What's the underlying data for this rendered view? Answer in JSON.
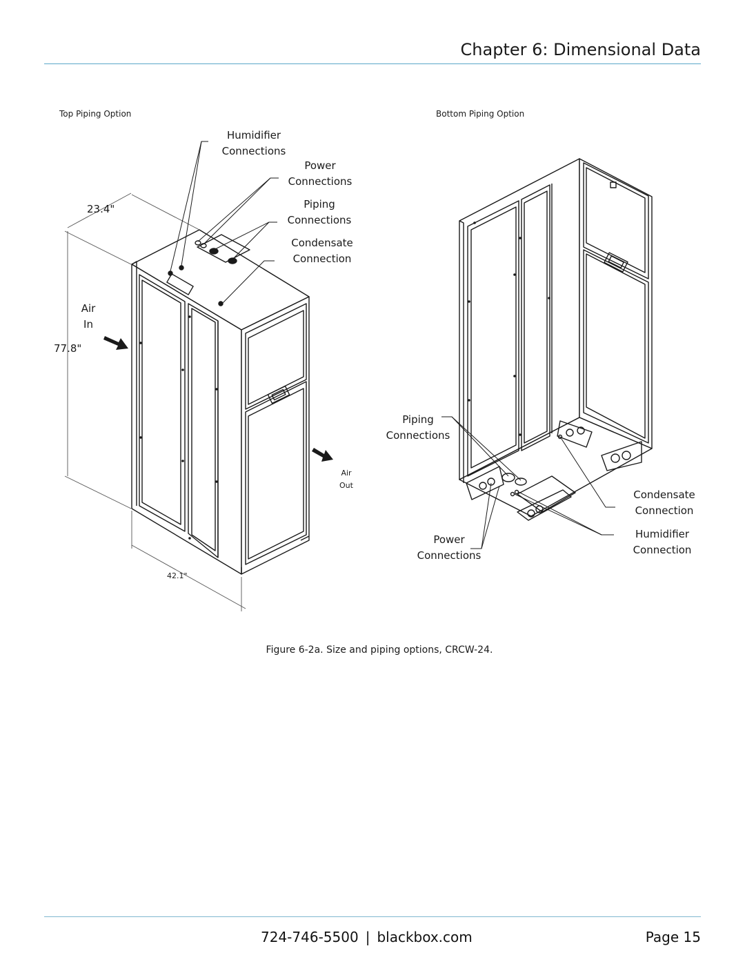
{
  "header": {
    "chapter_title": "Chapter 6: Dimensional Data"
  },
  "figure": {
    "left_caption": "Top Piping Option",
    "right_caption": "Bottom Piping Option",
    "left_labels": {
      "humidifier_1": "Humidifier",
      "humidifier_2": "Connections",
      "power_1": "Power",
      "power_2": "Connections",
      "piping_1": "Piping",
      "piping_2": "Connections",
      "condensate_1": "Condensate",
      "condensate_2": "Connection",
      "air_in_1": "Air",
      "air_in_2": "In",
      "air_out_1": "Air",
      "air_out_2": "Out"
    },
    "dimensions": {
      "depth": "23.4\"",
      "height": "77.8\"",
      "width": "42.1\""
    },
    "right_labels": {
      "piping_1": "Piping",
      "piping_2": "Connections",
      "condensate_1": "Condensate",
      "condensate_2": "Connection",
      "humidifier_1": "Humidifier",
      "humidifier_2": "Connection",
      "power_1": "Power",
      "power_2": "Connections"
    },
    "caption": "Figure 6-2a. Size and piping options, CRCW-24."
  },
  "footer": {
    "phone": "724-746-5500",
    "separator": "|",
    "website": "blackbox.com",
    "page": "Page 15"
  },
  "colors": {
    "rule": "#5aa7c8",
    "ink": "#1a1a1a"
  }
}
